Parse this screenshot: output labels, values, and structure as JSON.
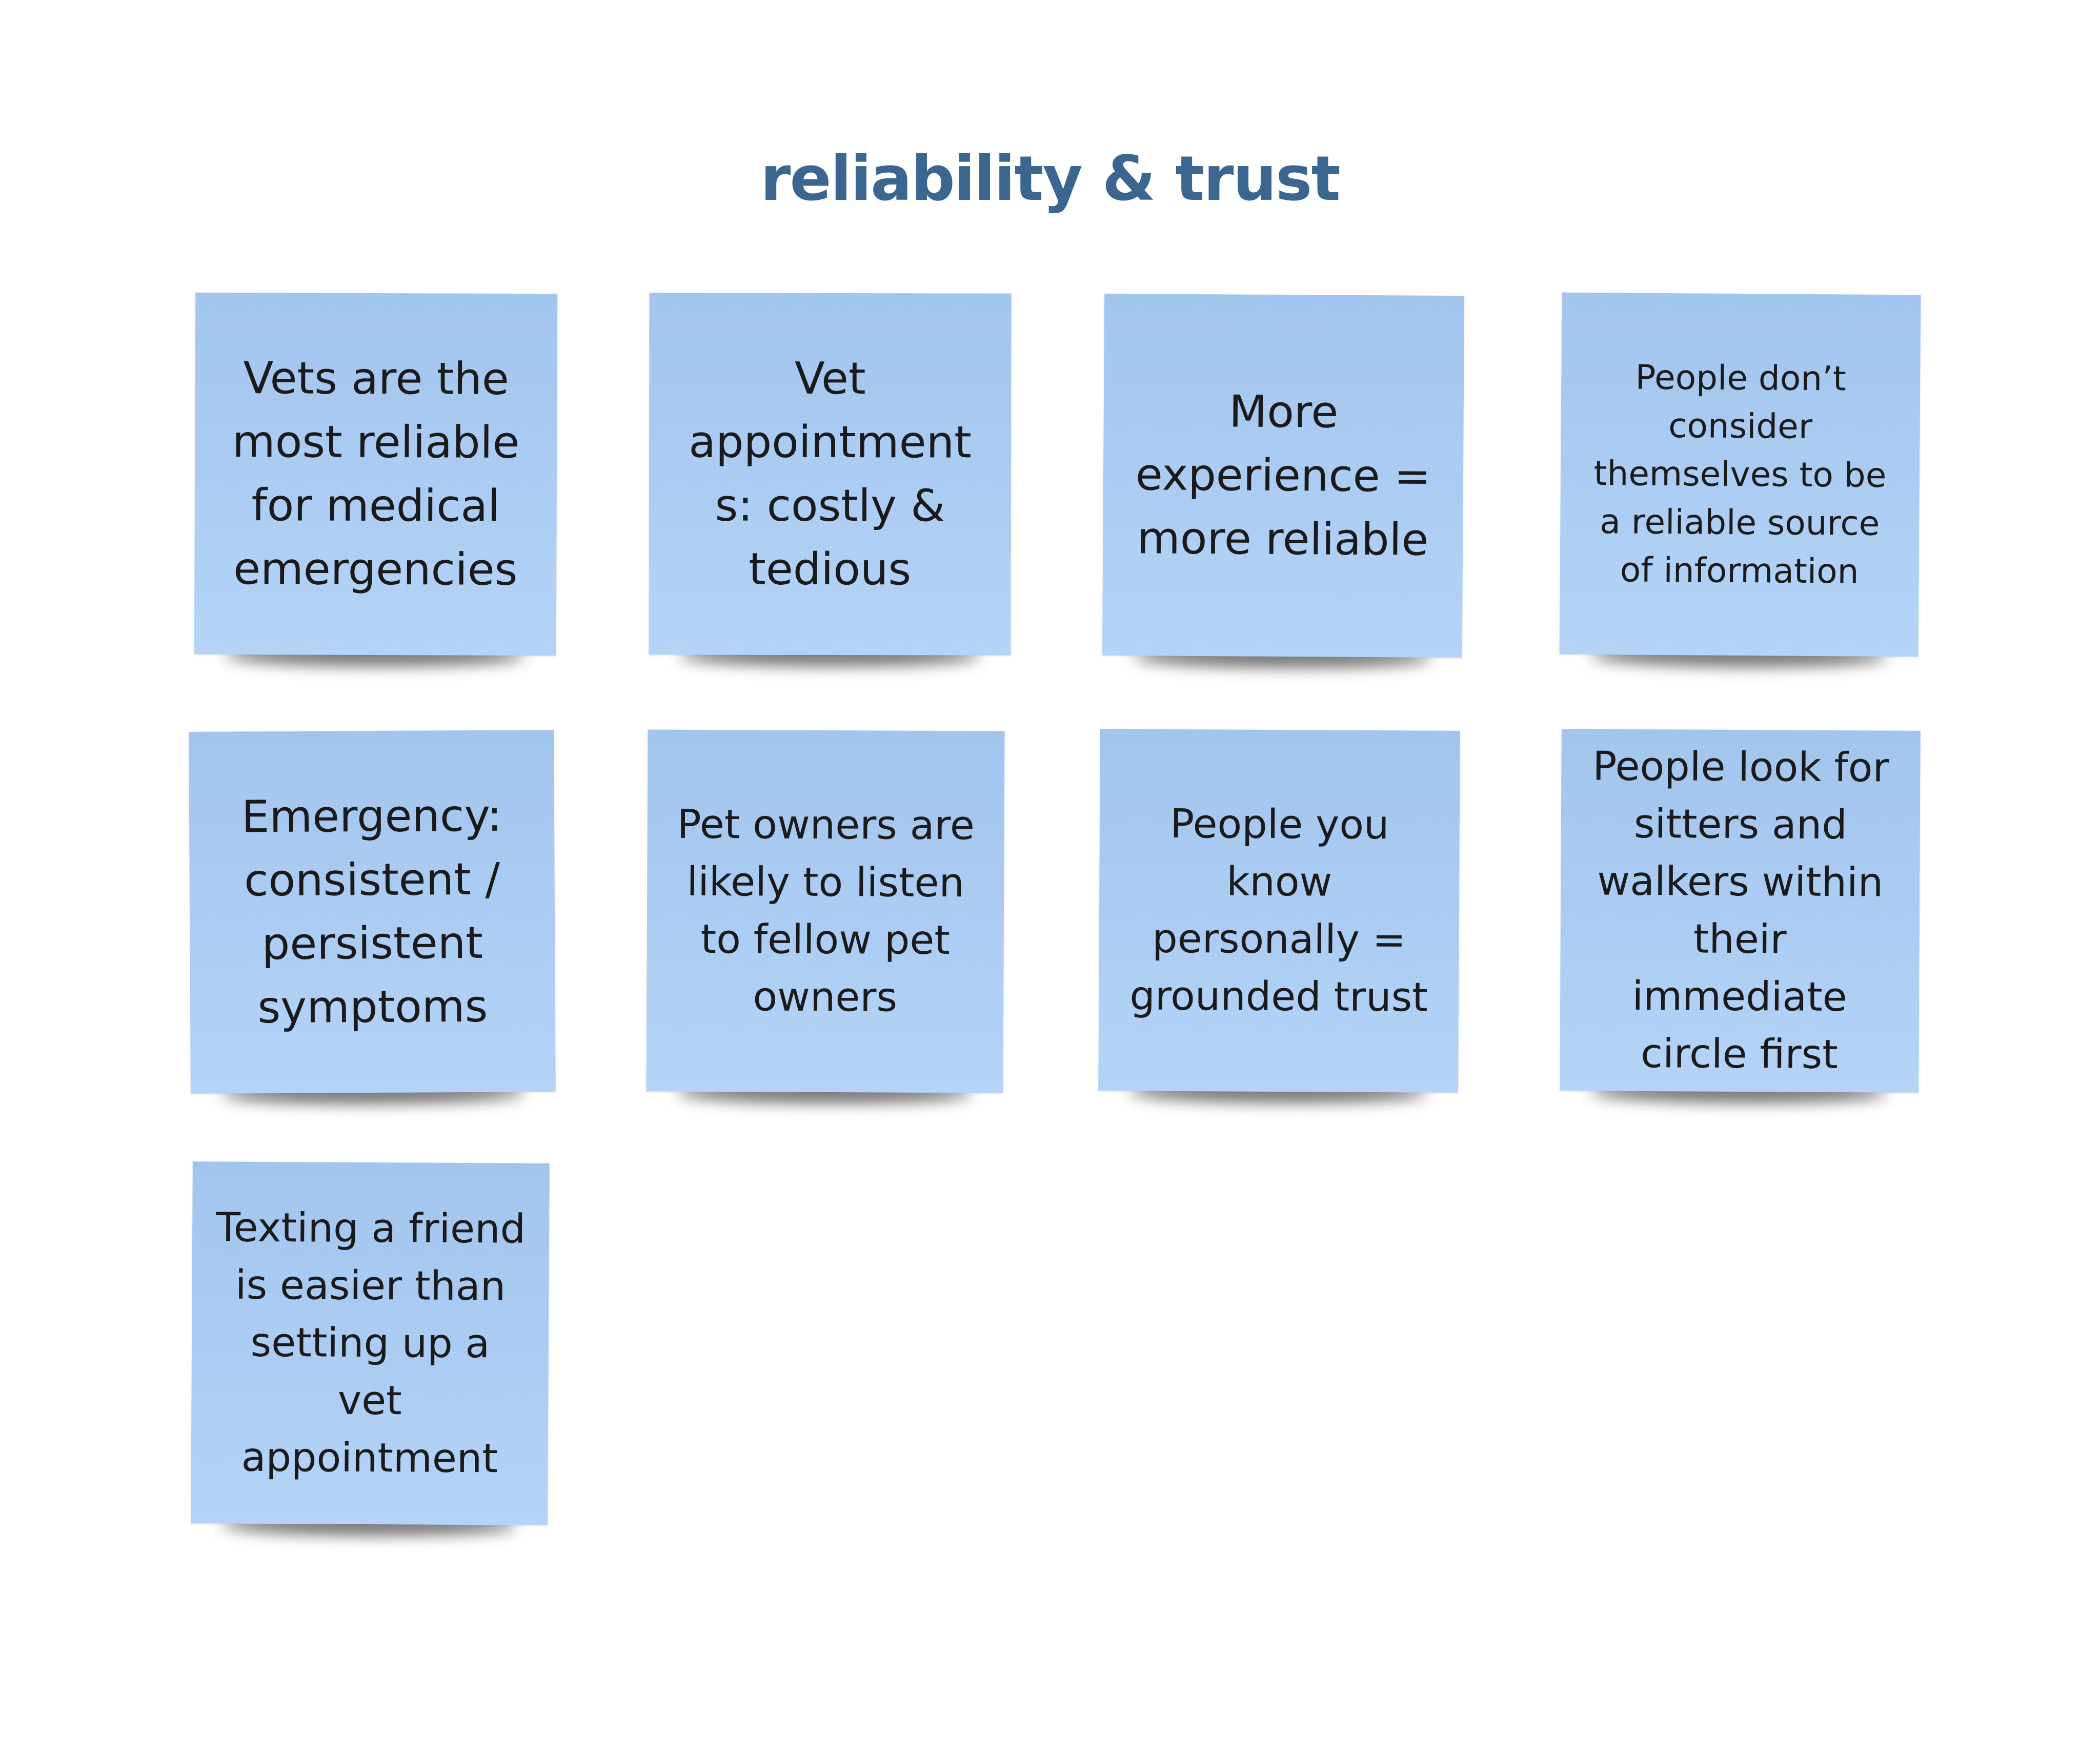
{
  "board": {
    "title": "reliability & trust",
    "title_color": "#3a6690",
    "note_color_top": "#a2c5ee",
    "note_color_bottom": "#b4d3f7"
  },
  "notes": [
    {
      "id": "vets-reliable",
      "text": "Vets are the most reliable for medical emergencies"
    },
    {
      "id": "vet-appointments-costly",
      "text": "Vet appointment s: costly & tedious"
    },
    {
      "id": "experience-reliable",
      "text": "More experience = more reliable"
    },
    {
      "id": "not-reliable-source",
      "text": "People don’t consider themselves to be a reliable source of information"
    },
    {
      "id": "emergency-symptoms",
      "text": "Emergency: consistent / persistent symptoms"
    },
    {
      "id": "listen-fellow-owners",
      "text": "Pet owners are likely to listen to fellow pet owners"
    },
    {
      "id": "grounded-trust",
      "text": "People you know personally = grounded trust"
    },
    {
      "id": "immediate-circle",
      "text": "People look for sitters and walkers within their immediate circle first"
    },
    {
      "id": "texting-friend",
      "text": "Texting a friend is easier than setting up a vet appointment"
    }
  ]
}
